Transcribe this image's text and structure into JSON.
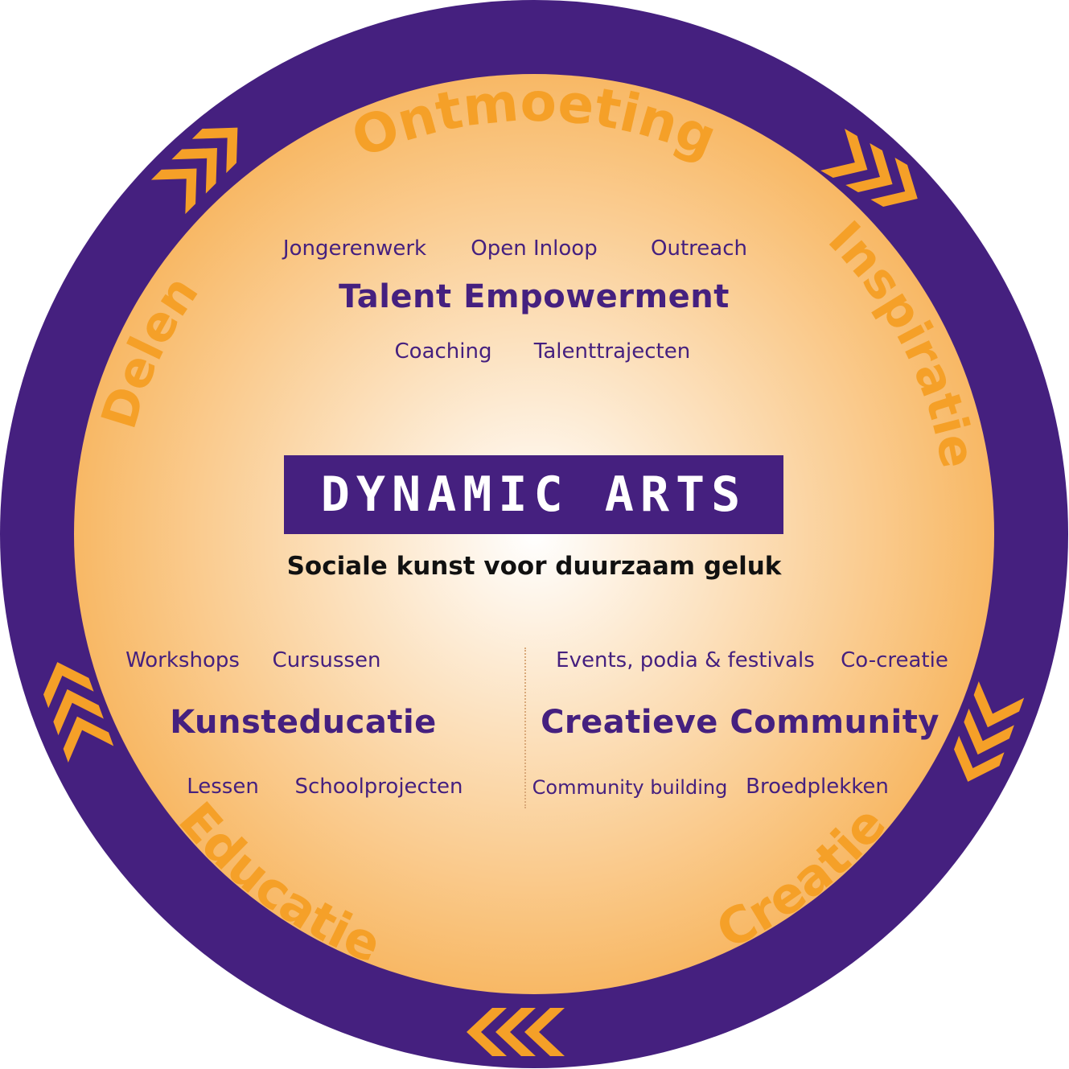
{
  "colors": {
    "ring": "#45207f",
    "accent": "#f5a028",
    "center_inner": "#ffffff",
    "center_outer": "#f8b865",
    "text": "#45207f"
  },
  "ring_words": {
    "top": "Ontmoeting",
    "right": "Inspiratie",
    "bottom_right": "Educatie",
    "bottom_left": "Creatie",
    "left": "Delen"
  },
  "arrow_icons": [
    "chevrons-icon",
    "chevrons-icon",
    "chevrons-icon",
    "chevrons-icon",
    "chevrons-icon"
  ],
  "logo": {
    "text": "DYNAMIC ARTS"
  },
  "tagline": "Sociale kunst voor duurzaam geluk",
  "talent": {
    "top_items": [
      "Jongerenwerk",
      "Open Inloop",
      "Outreach"
    ],
    "heading": "Talent Empowerment",
    "bottom_items": [
      "Coaching",
      "Talenttrajecten"
    ]
  },
  "kunst": {
    "top_items": [
      "Workshops",
      "Cursussen"
    ],
    "heading": "Kunsteducatie",
    "bottom_items": [
      "Lessen",
      "Schoolprojecten"
    ]
  },
  "community": {
    "top_items": [
      "Events, podia & festivals",
      "Co-creatie"
    ],
    "heading": "Creatieve Community",
    "bottom_items": [
      "Community building",
      "Broedplekken"
    ]
  }
}
